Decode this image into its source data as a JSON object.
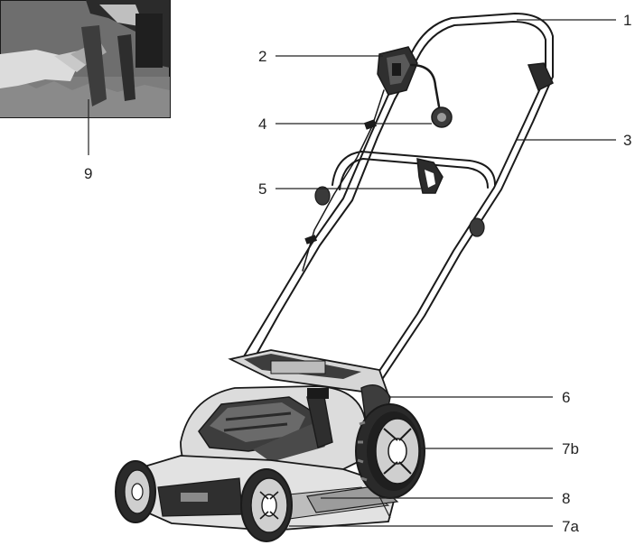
{
  "diagram": {
    "callouts": [
      {
        "id": "c1",
        "label": "1"
      },
      {
        "id": "c2",
        "label": "2"
      },
      {
        "id": "c3",
        "label": "3"
      },
      {
        "id": "c4",
        "label": "4"
      },
      {
        "id": "c5",
        "label": "5"
      },
      {
        "id": "c6",
        "label": "6"
      },
      {
        "id": "c7b",
        "label": "7b"
      },
      {
        "id": "c8",
        "label": "8"
      },
      {
        "id": "c7a",
        "label": "7a"
      },
      {
        "id": "c9",
        "label": "9"
      }
    ]
  },
  "colors": {
    "ink": "#1a1a1a",
    "mower_dark": "#3a3a3a",
    "mower_mid": "#9a9a9a",
    "mower_light": "#d4d4d4",
    "photo_bg": "#6e6e6e"
  }
}
